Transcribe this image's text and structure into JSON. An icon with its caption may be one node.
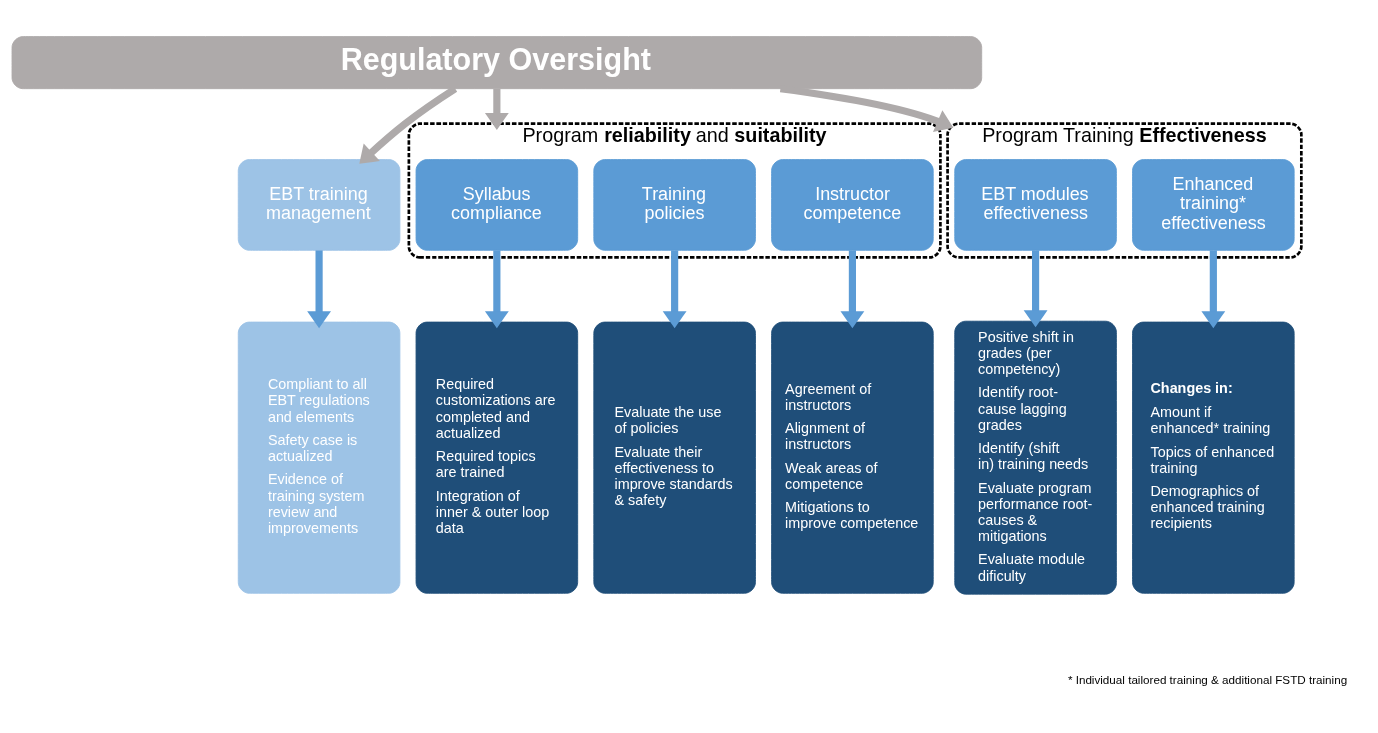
{
  "diagram": {
    "nodes": [
      {
        "text": [
          "Regulatory Oversight"
        ]
      },
      {
        "text": [
          "EBT training management"
        ]
      },
      {
        "text": [
          "Program **reliability** and **suitability**"
        ]
      },
      {
        "text": [
          "Syllabus compliance"
        ],
        "in": 2
      },
      {
        "text": [
          "Training policies"
        ],
        "in": 2
      },
      {
        "text": [
          "Instructor competence"
        ],
        "in": 2
      },
      {
        "text": [
          "Program Training **Effectiveness**"
        ]
      },
      {
        "text": [
          "EBT modules effectiveness"
        ],
        "in": 6
      },
      {
        "text": [
          "Enhanced training* effectiveness"
        ],
        "in": 6
      },
      {
        "text": [
          "Compliant to all EBT regulations and elements",
          "Safety case is actualized",
          "Evidence of training system review and improvements"
        ]
      },
      {
        "text": [
          "Required customizations are completed and actualized",
          "Required topics are trained",
          "Integration of inner & outer loop data"
        ]
      },
      {
        "text": [
          "Evaluate the use of policies",
          "Evaluate their effectiveness to improve standards & safety"
        ]
      },
      {
        "text": [
          "Agreement of instructors",
          "Alignment of instructors",
          "Weak areas of competence",
          "Mitigations to improve competence"
        ]
      },
      {
        "text": [
          "Positive shift in grades (per competency)",
          "Identify root-cause lagging grades",
          "Identify (shift in) training needs",
          "Evaluate program performance root-causes & mitigations",
          "Evaluate module dificulty"
        ]
      },
      {
        "text": [
          "Changes in:",
          "Amount if enhanced* training",
          "Topics of enhanced training",
          "Demographics of enhanced training recipients"
        ]
      }
    ],
    "edges": [
      {
        "from": 0,
        "to": 1,
        "arrow": "to",
        "color": "#aeaaaa"
      },
      {
        "from": 0,
        "to": 2,
        "arrow": "to",
        "color": "#aeaaaa"
      },
      {
        "from": 0,
        "to": 6,
        "arrow": "to",
        "color": "#aeaaaa"
      },
      {
        "from": 1,
        "to": 9,
        "arrow": "to"
      },
      {
        "from": 3,
        "to": 10,
        "arrow": "to"
      },
      {
        "from": 4,
        "to": 11,
        "arrow": "to"
      },
      {
        "from": 5,
        "to": 12,
        "arrow": "to"
      },
      {
        "from": 7,
        "to": 13,
        "arrow": "to"
      },
      {
        "from": 8,
        "to": 14,
        "arrow": "to"
      }
    ],
    "labels": [
      "* Individual tailored training & additional FSTD training"
    ]
  }
}
